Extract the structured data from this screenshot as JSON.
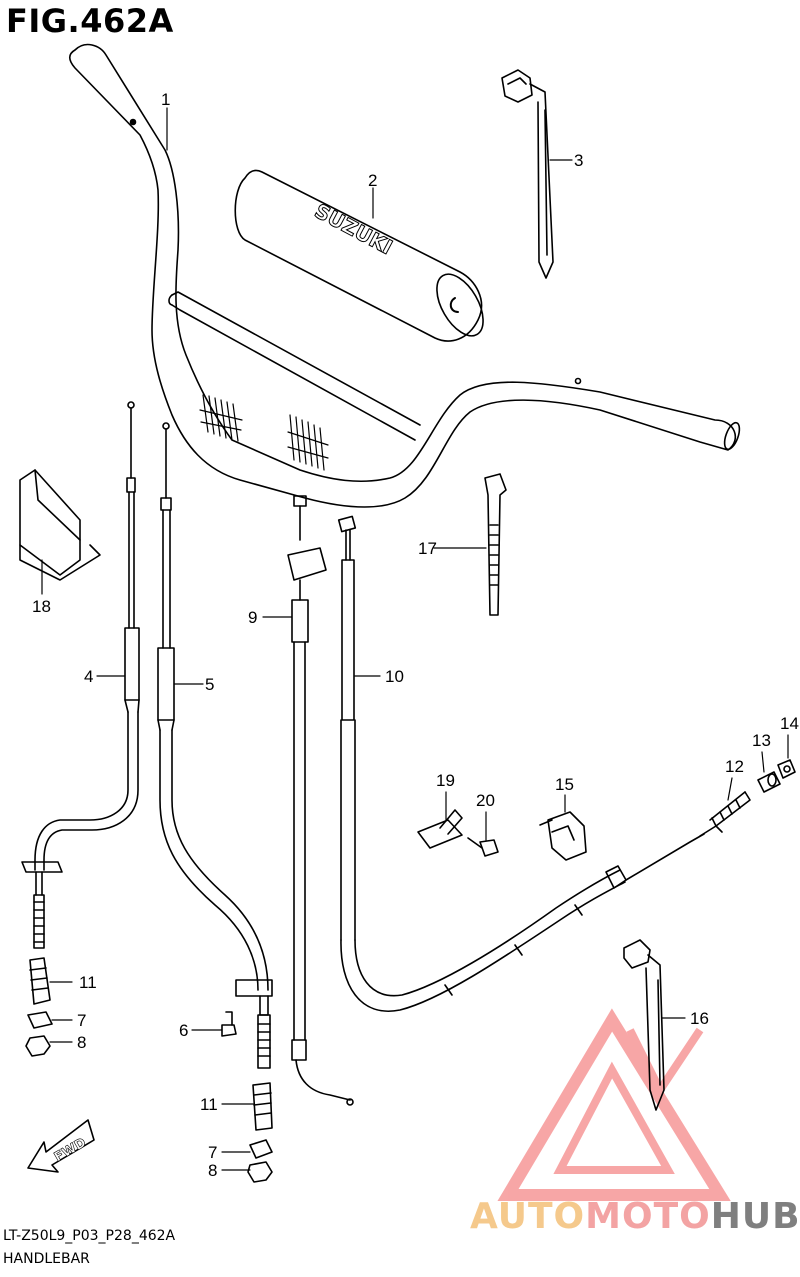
{
  "figure": {
    "title": "FIG.462A",
    "code": "LT-Z50L9_P03_P28_462A",
    "name": "HANDLEBAR"
  },
  "bar_pad_text": "SUZUKI",
  "fwd_text": "FWD",
  "callouts": {
    "p1": "1",
    "p2": "2",
    "p3": "3",
    "p4": "4",
    "p5": "5",
    "p6": "6",
    "p7a": "7",
    "p7b": "7",
    "p8a": "8",
    "p8b": "8",
    "p9": "9",
    "p10": "10",
    "p11a": "11",
    "p11b": "11",
    "p12": "12",
    "p13": "13",
    "p14": "14",
    "p15": "15",
    "p16": "16",
    "p17": "17",
    "p18": "18",
    "p19": "19",
    "p20": "20"
  },
  "watermark": {
    "auto": "AUTO",
    "moto": "MOTO",
    "hub": "HUB"
  },
  "colors": {
    "line": "#000000",
    "watermark_red": "#ee3b3b",
    "watermark_orange": "#f5c98c",
    "watermark_gray": "#7f7f7f"
  }
}
